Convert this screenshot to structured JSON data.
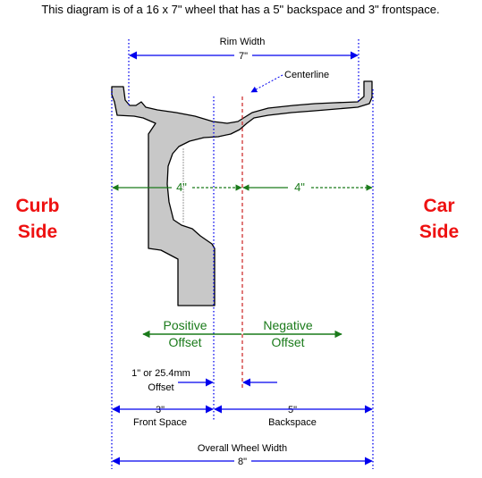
{
  "header": {
    "caption": "This diagram is of a 16 x 7\" wheel that has a 5\" backspace and 3\" frontspace."
  },
  "labels": {
    "rim_width_title": "Rim Width",
    "rim_width_value": "7\"",
    "centerline": "Centerline",
    "curb_side_line1": "Curb",
    "curb_side_line2": "Side",
    "car_side_line1": "Car",
    "car_side_line2": "Side",
    "left_half": "4\"",
    "right_half": "4\"",
    "positive_line1": "Positive",
    "positive_line2": "Offset",
    "negative_line1": "Negative",
    "negative_line2": "Offset",
    "offset_line1": "1\" or 25.4mm",
    "offset_line2": "Offset",
    "front_space_value": "3\"",
    "front_space_label": "Front Space",
    "backspace_value": "5\"",
    "backspace_label": "Backspace",
    "overall_title": "Overall Wheel Width",
    "overall_value": "8\""
  },
  "colors": {
    "dimension_blue": "#0000ee",
    "offset_green": "#1a7a1a",
    "side_red": "#ee1111",
    "centerline_red": "#cc2222",
    "wheel_fill": "#c8c8c8",
    "outline": "#000000"
  }
}
